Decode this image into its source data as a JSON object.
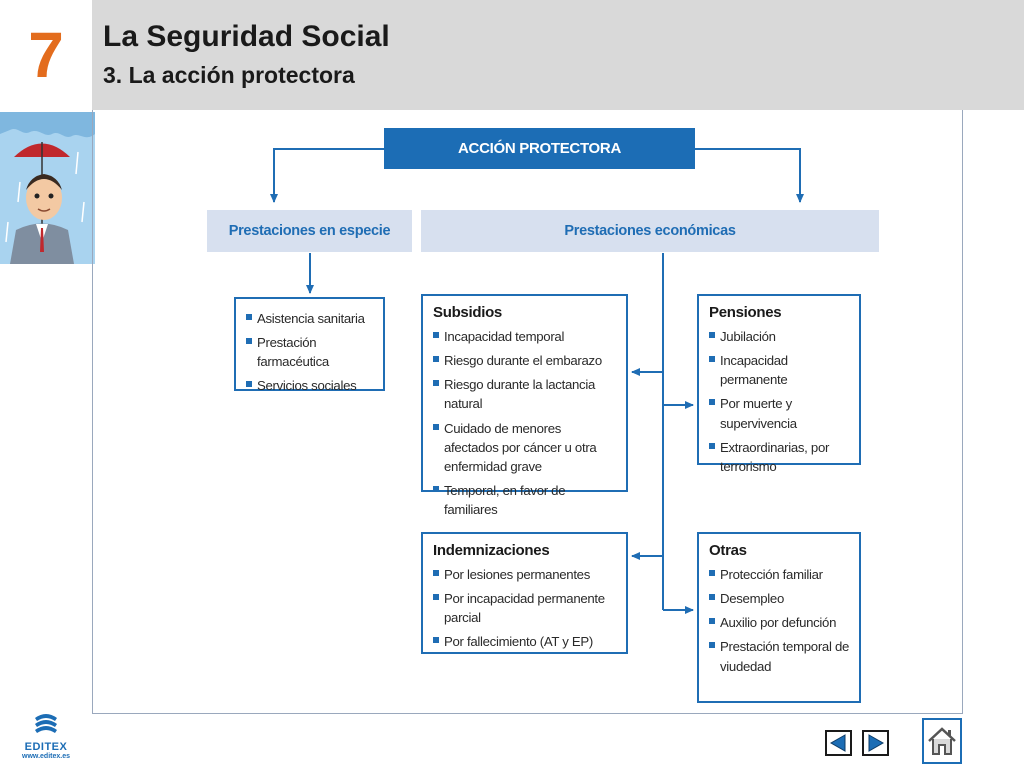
{
  "header": {
    "chapter_number": "7",
    "title": "La Seguridad Social",
    "subtitle": "3. La acción protectora"
  },
  "diagram": {
    "root": "ACCIÓN PROTECTORA",
    "categories": {
      "especie": "Prestaciones en especie",
      "economicas": "Prestaciones económicas"
    },
    "especie_items": [
      "Asistencia sanitaria",
      "Prestación farmacéutica",
      "Servicios sociales"
    ],
    "subsidios": {
      "title": "Subsidios",
      "items": [
        "Incapacidad temporal",
        "Riesgo durante el embarazo",
        "Riesgo durante la lactancia natural",
        "Cuidado de menores afectados por cáncer u otra enfermidad grave",
        "Temporal, en favor de familiares"
      ]
    },
    "pensiones": {
      "title": "Pensiones",
      "items": [
        "Jubilación",
        "Incapacidad permanente",
        "Por muerte y supervivencia",
        "Extraordinarias, por terrorismo"
      ]
    },
    "indemnizaciones": {
      "title": "Indemnizaciones",
      "items": [
        "Por lesiones permanentes",
        "Por incapacidad permanente parcial",
        "Por fallecimiento (AT y EP)"
      ]
    },
    "otras": {
      "title": "Otras",
      "items": [
        "Protección familiar",
        "Desempleo",
        "Auxilio por defunción",
        "Prestación temporal de viudedad"
      ]
    }
  },
  "footer": {
    "logo_text": "EDITEX",
    "logo_url": "www.editex.es",
    "prev_icon": "triangle-left-icon",
    "next_icon": "triangle-right-icon",
    "home_icon": "home-icon"
  },
  "colors": {
    "accent": "#1c6db5",
    "chapter_number": "#e36c1d",
    "header_bg": "#d9d9d9",
    "category_bg": "#d7e0ef"
  }
}
